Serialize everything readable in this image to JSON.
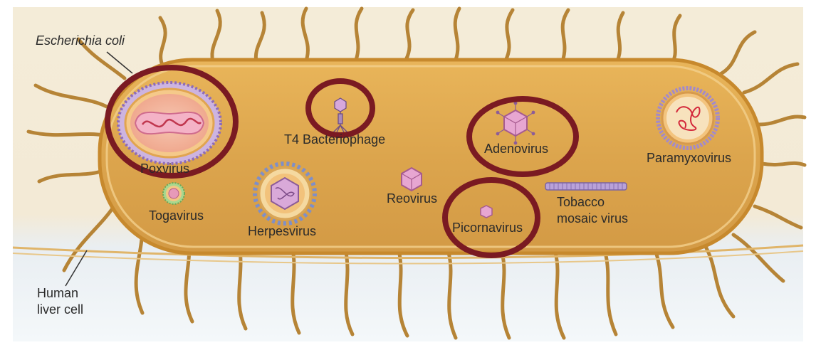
{
  "labels": {
    "ecoli": "Escherichia coli",
    "human_liver_cell_line1": "Human",
    "human_liver_cell_line2": "liver cell",
    "poxvirus": "Poxvirus",
    "togavirus": "Togavirus",
    "herpesvirus": "Herpesvirus",
    "t4": "T4 Bacteriophage",
    "reovirus": "Reovirus",
    "adenovirus": "Adenovirus",
    "picornavirus": "Picornavirus",
    "tmv_line1": "Tobacco",
    "tmv_line2": "mosaic virus",
    "paramyxovirus": "Paramyxovirus"
  },
  "colors": {
    "cell_body": "#e8b55a",
    "cell_outline": "#c7892d",
    "flagella": "#b68436",
    "liver_cell": "#f3ebd8",
    "highlight_circle": "#7a1a22",
    "virus_purple": "#b785c4",
    "virus_pink": "#e9a1c7"
  }
}
